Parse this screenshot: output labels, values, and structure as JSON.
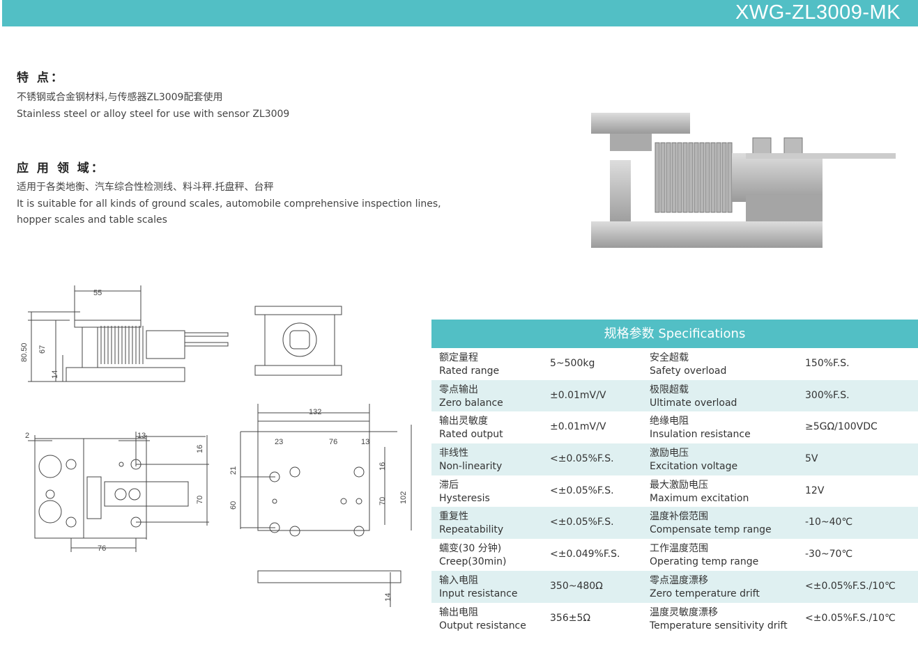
{
  "header": {
    "model": "XWG-ZL3009-MK"
  },
  "features": {
    "title": "特 点：",
    "cn": "不锈钢或合金钢材料,与传感器ZL3009配套使用",
    "en": "Stainless steel or alloy steel for use with sensor ZL3009"
  },
  "application": {
    "title": "应 用 领 域：",
    "cn": "适用于各类地衡、汽车综合性检测线、料斗秤.托盘秤、台秤",
    "en1": "It is suitable for all kinds of ground scales, automobile comprehensive inspection lines,",
    "en2": "hopper scales and table scales"
  },
  "drawing": {
    "d55": "55",
    "d8050": "80.50",
    "d67": "67",
    "d14a": "14",
    "d2": "2",
    "d13a": "13",
    "d16a": "16",
    "d70a": "70",
    "d76a": "76",
    "d132": "132",
    "d23": "23",
    "d76b": "76",
    "d13b": "13",
    "d21": "21",
    "d60": "60",
    "d16b": "16",
    "d70b": "70",
    "d102": "102",
    "d14b": "14"
  },
  "specs": {
    "title": "规格参数  Specifications",
    "rows": [
      {
        "l_cn": "额定量程",
        "l_en": "Rated range",
        "l_val": "5~500kg",
        "r_cn": "安全超载",
        "r_en": "Safety overload",
        "r_val": "150%F.S."
      },
      {
        "l_cn": "零点输出",
        "l_en": "Zero balance",
        "l_val": "±0.01mV/V",
        "r_cn": "极限超载",
        "r_en": "Ultimate overload",
        "r_val": "300%F.S."
      },
      {
        "l_cn": "输出灵敏度",
        "l_en": "Rated output",
        "l_val": "±0.01mV/V",
        "r_cn": "绝缘电阻",
        "r_en": "Insulation resistance",
        "r_val": "≥5GΩ/100VDC"
      },
      {
        "l_cn": "非线性",
        "l_en": "Non-linearity",
        "l_val": "<±0.05%F.S.",
        "r_cn": "激励电压",
        "r_en": "Excitation voltage",
        "r_val": "5V"
      },
      {
        "l_cn": "滞后",
        "l_en": "Hysteresis",
        "l_val": "<±0.05%F.S.",
        "r_cn": "最大激励电压",
        "r_en": "Maximum excitation",
        "r_val": "12V"
      },
      {
        "l_cn": "重复性",
        "l_en": "Repeatability",
        "l_val": "<±0.05%F.S.",
        "r_cn": "温度补偿范围",
        "r_en": "Compensate temp range",
        "r_val": "-10~40℃"
      },
      {
        "l_cn": "蠕变(30 分钟)",
        "l_en": "Creep(30min)",
        "l_val": "<±0.049%F.S.",
        "r_cn": "工作温度范围",
        "r_en": "Operating temp range",
        "r_val": "-30~70℃"
      },
      {
        "l_cn": "输入电阻",
        "l_en": "Input resistance",
        "l_val": "350~480Ω",
        "r_cn": "零点温度漂移",
        "r_en": "Zero temperature drift",
        "r_val": "<±0.05%F.S./10℃"
      },
      {
        "l_cn": "输出电阻",
        "l_en": "Output resistance",
        "l_val": "356±5Ω",
        "r_cn": "温度灵敏度漂移",
        "r_en": "Temperature sensitivity drift",
        "r_val": "<±0.05%F.S./10℃"
      }
    ]
  }
}
